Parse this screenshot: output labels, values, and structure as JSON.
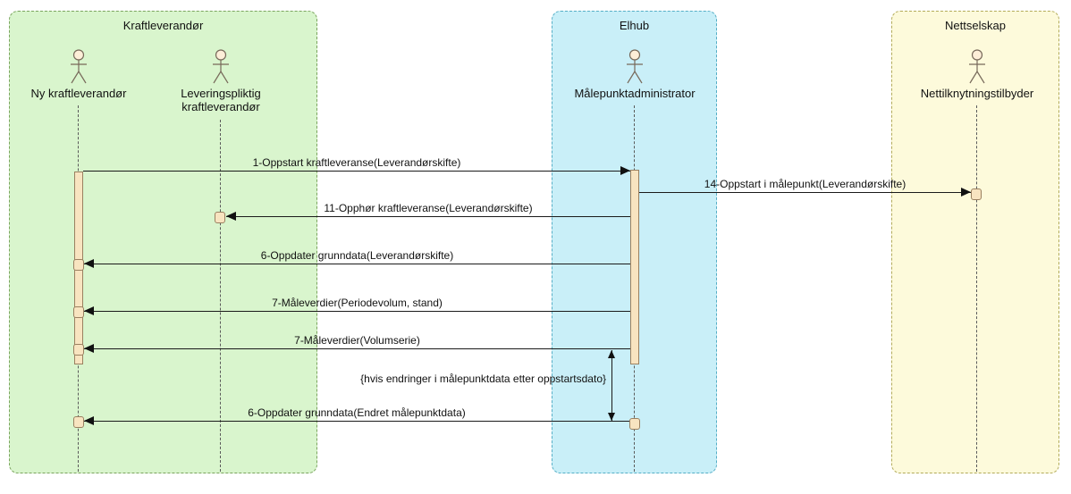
{
  "pools": [
    {
      "title": "Kraftleverandør"
    },
    {
      "title": "Elhub"
    },
    {
      "title": "Nettselskap"
    }
  ],
  "actors": [
    {
      "label": "Ny kraftleverandør",
      "pool": "Kraftleverandør"
    },
    {
      "label": "Leveringspliktig kraftleverandør",
      "pool": "Kraftleverandør"
    },
    {
      "label": "Målepunktadministrator",
      "pool": "Elhub"
    },
    {
      "label": "Nettilknytningstilbyder",
      "pool": "Nettselskap"
    }
  ],
  "messages": [
    {
      "label": "1-Oppstart kraftleveranse(Leverandørskifte)",
      "from": "Ny kraftleverandør",
      "to": "Målepunktadministrator",
      "direction": "right"
    },
    {
      "label": "14-Oppstart i målepunkt(Leverandørskifte)",
      "from": "Målepunktadministrator",
      "to": "Nettilknytningstilbyder",
      "direction": "right"
    },
    {
      "label": "11-Opphør kraftleveranse(Leverandørskifte)",
      "from": "Målepunktadministrator",
      "to": "Leveringspliktig kraftleverandør",
      "direction": "left"
    },
    {
      "label": "6-Oppdater grunndata(Leverandørskifte)",
      "from": "Målepunktadministrator",
      "to": "Ny kraftleverandør",
      "direction": "left"
    },
    {
      "label": "7-Måleverdier(Periodevolum, stand)",
      "from": "Målepunktadministrator",
      "to": "Ny kraftleverandør",
      "direction": "left"
    },
    {
      "label": "7-Måleverdier(Volumserie)",
      "from": "Målepunktadministrator",
      "to": "Ny kraftleverandør",
      "direction": "left"
    },
    {
      "label": "6-Oppdater grunndata(Endret målepunktdata)",
      "from": "Elhub",
      "to": "Ny kraftleverandør",
      "direction": "left"
    }
  ],
  "constraint_label": "{hvis endringer i målepunktdata etter oppstartsdato}",
  "colors": {
    "pool_kraftleverandor_fill": "#d9f5cd",
    "pool_kraftleverandor_border": "#7aa45e",
    "pool_elhub_fill": "#c9eff8",
    "pool_elhub_border": "#55aec6",
    "pool_nettselskap_fill": "#fdfadb",
    "pool_nettselskap_border": "#b3ab5a",
    "activation_fill": "#f8e4c0",
    "activation_border": "#9a8060",
    "message_line": "#1a1a1a"
  }
}
